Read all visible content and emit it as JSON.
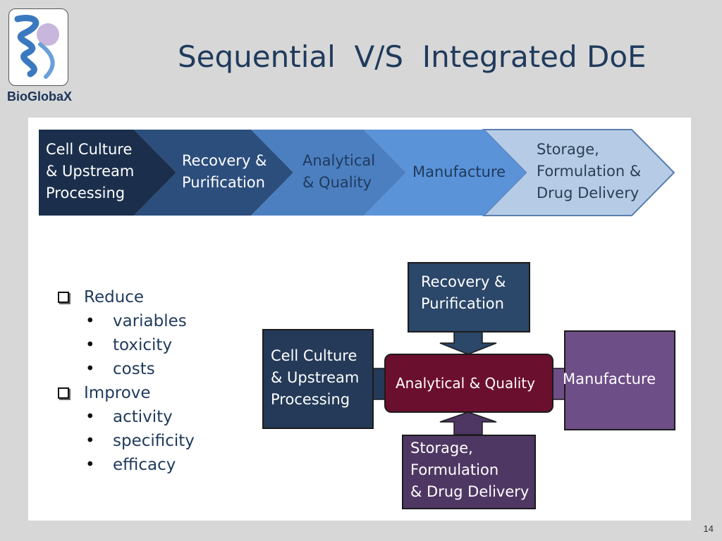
{
  "logo": {
    "text": "BioGlobaX"
  },
  "title": "Sequential  V/S  Integrated DoE",
  "sequential_flow": {
    "steps": [
      {
        "label": "Cell Culture\n& Upstream\nProcessing",
        "color": "#1b2f4c",
        "text_color": "#ffffff"
      },
      {
        "label": "Recovery &\nPurification",
        "color": "#2c4e7d",
        "text_color": "#ffffff"
      },
      {
        "label": "Analytical\n& Quality",
        "color": "#4c7fc0",
        "text_color": "#1f3a5c"
      },
      {
        "label": "Manufacture",
        "color": "#5a93d8",
        "text_color": "#1f3a5c"
      },
      {
        "label": "Storage,\nFormulation &\nDrug Delivery",
        "color": "#b6cce6",
        "text_color": "#2c3e55"
      }
    ]
  },
  "integrated": {
    "center": {
      "label": "Analytical & Quality",
      "color": "#6b0f2e"
    },
    "top": {
      "label": "Recovery &\nPurification",
      "color": "#2b4769"
    },
    "left": {
      "label": "Cell Culture\n& Upstream\nProcessing",
      "color": "#243a58"
    },
    "right": {
      "label": "Manufacture",
      "color": "#6e4e87"
    },
    "bottom": {
      "label": "Storage,\nFormulation\n& Drug Delivery",
      "color": "#4f3763"
    }
  },
  "bullets": {
    "reduce": {
      "label": "Reduce",
      "items": [
        "variables",
        "toxicity",
        "costs"
      ]
    },
    "improve": {
      "label": "Improve",
      "items": [
        "activity",
        "specificity",
        "efficacy"
      ]
    }
  },
  "page_number": "14"
}
